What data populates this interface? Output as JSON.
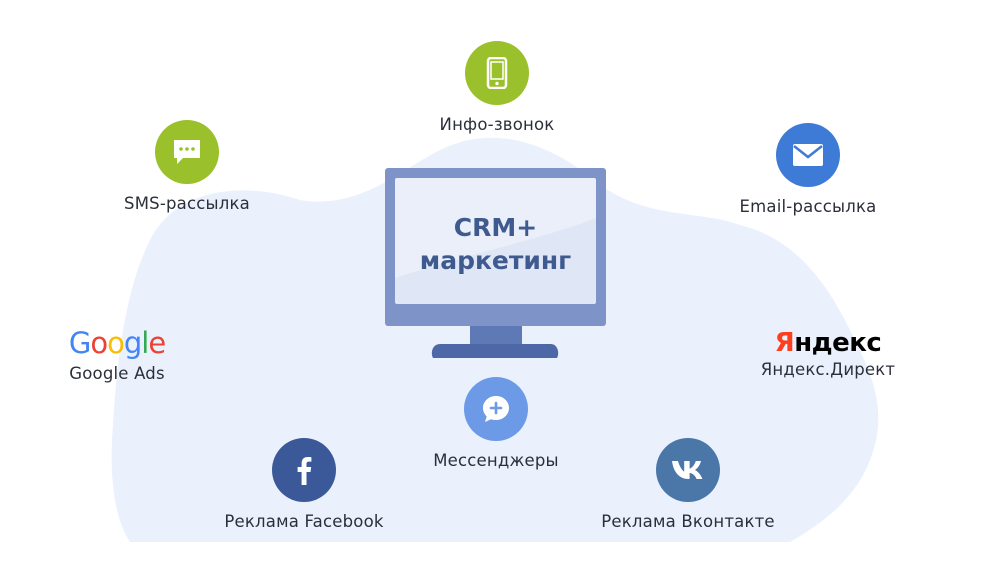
{
  "center": {
    "line1": "CRM+",
    "line2": "маркетинг",
    "icon": "monitor-icon"
  },
  "channels": {
    "call": {
      "label": "Инфо-звонок",
      "icon": "smartphone-icon",
      "color": "#9ac12b"
    },
    "sms": {
      "label": "SMS-рассылка",
      "icon": "chat-dots-icon",
      "color": "#9ac12b"
    },
    "email": {
      "label": "Email-рассылка",
      "icon": "envelope-icon",
      "color": "#3e7bd6"
    },
    "google": {
      "label": "Google Ads",
      "logo": "Google",
      "icon": "google-logo"
    },
    "yandex": {
      "label": "Яндекс.Директ",
      "logo": "Яндекс",
      "icon": "yandex-logo"
    },
    "messenger": {
      "label": "Мессенджеры",
      "icon": "chat-plus-icon",
      "color": "#6c9ae6"
    },
    "facebook": {
      "label": "Реклама Facebook",
      "icon": "facebook-icon",
      "color": "#3b5998"
    },
    "vk": {
      "label": "Реклама Вконтакте",
      "icon": "vk-icon",
      "color": "#4a76a8"
    }
  },
  "colors": {
    "background_blob": "#ebf1fc",
    "monitor": "#7e93c7",
    "screen": "#dfe7f7",
    "text": "#2b2f3a",
    "center_text": "#3f5a8e"
  }
}
